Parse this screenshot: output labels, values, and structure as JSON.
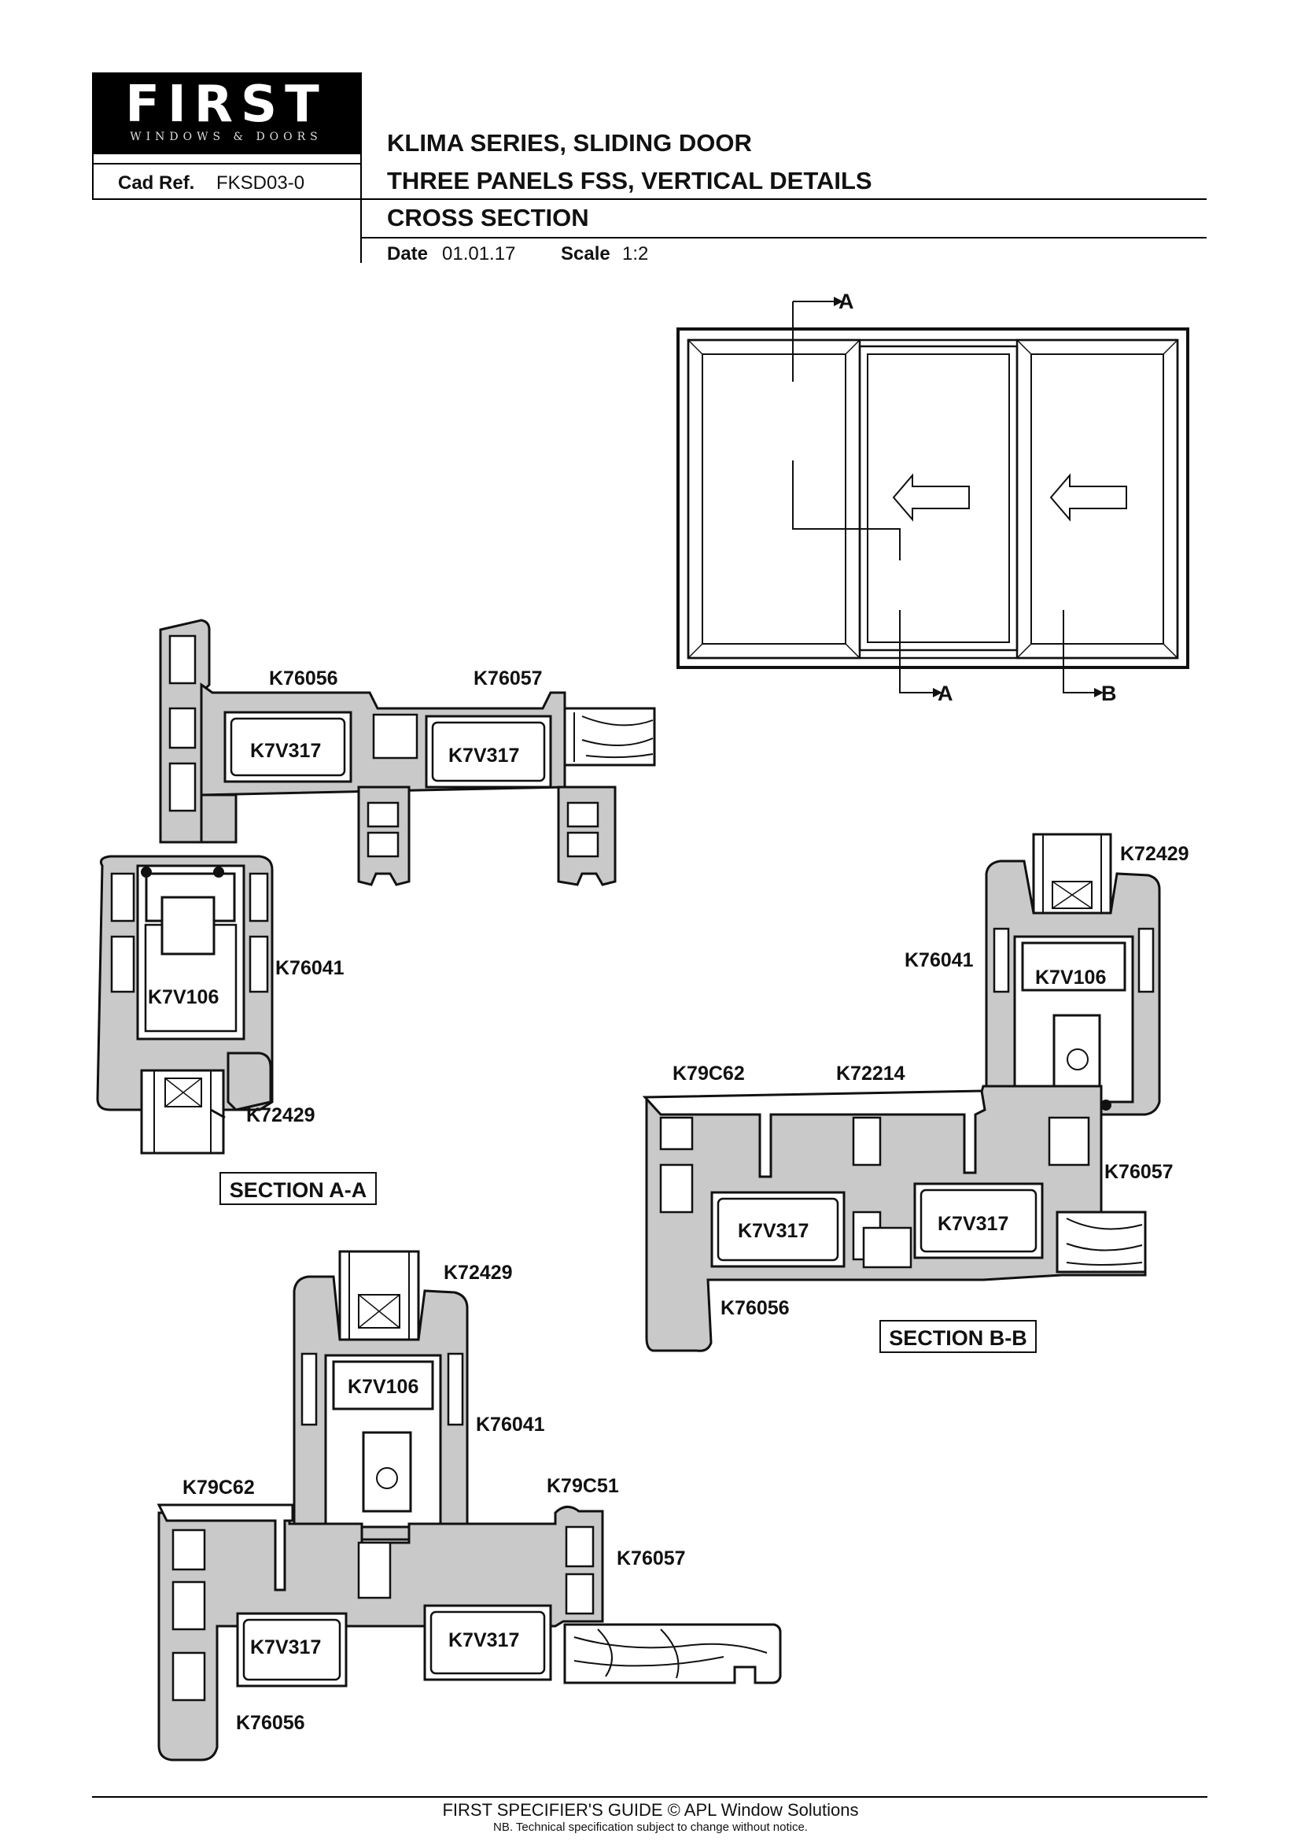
{
  "logo": {
    "word": "FIRST",
    "sub": "WINDOWS & DOORS"
  },
  "cad_ref": {
    "label": "Cad Ref.",
    "value": "FKSD03-0"
  },
  "title": {
    "line1": "KLIMA SERIES, SLIDING DOOR",
    "line2": "THREE PANELS FSS, VERTICAL DETAILS",
    "line3": "CROSS SECTION"
  },
  "meta": {
    "date_label": "Date",
    "date_value": "01.01.17",
    "scale_label": "Scale",
    "scale_value": "1:2"
  },
  "elevation": {
    "marker_a_top": "A",
    "marker_a_bottom": "A",
    "marker_b": "B"
  },
  "section_aa": {
    "title": "SECTION A-A",
    "labels": {
      "frame_top": "K76056",
      "sash_top": "K76057",
      "reinf_1": "K7V317",
      "reinf_2": "K7V317",
      "mullion": "K76041",
      "reinf_3": "K7V106",
      "bead": "K72429"
    }
  },
  "section_bb": {
    "title": "SECTION B-B",
    "labels": {
      "bead": "K72429",
      "mullion": "K76041",
      "reinf_1": "K7V106",
      "cap_1": "K79C62",
      "cap_2": "K72214",
      "sash": "K76057",
      "reinf_2": "K7V317",
      "reinf_3": "K7V317",
      "frame": "K76056"
    }
  },
  "section_c": {
    "labels": {
      "bead": "K72429",
      "reinf_1": "K7V106",
      "mullion": "K76041",
      "cap_1": "K79C62",
      "cap_2": "K79C51",
      "sash": "K76057",
      "reinf_2": "K7V317",
      "reinf_3": "K7V317",
      "frame": "K76056"
    }
  },
  "footer": {
    "line1": "FIRST SPECIFIER'S GUIDE  © APL Window Solutions",
    "line2": "NB. Technical specification subject to change without notice."
  }
}
